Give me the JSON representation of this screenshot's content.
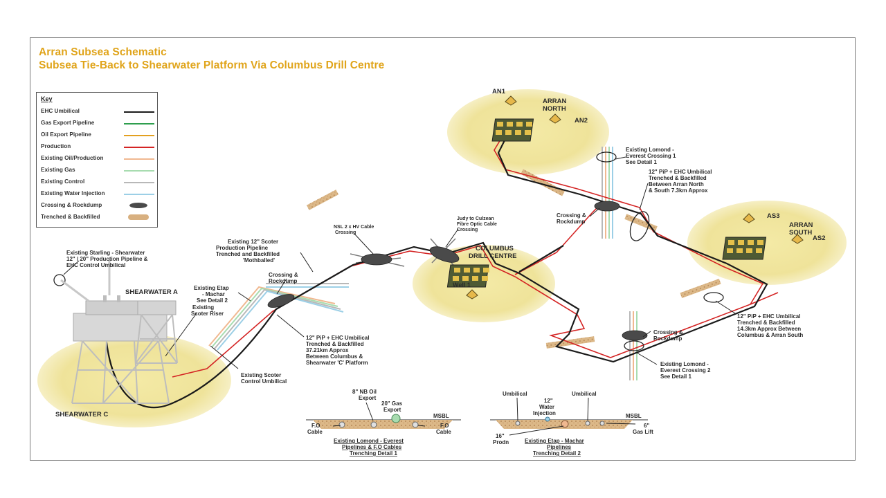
{
  "title": {
    "line1": "Arran Subsea Schematic",
    "line2": "Subsea Tie-Back to Shearwater Platform Via Columbus Drill Centre"
  },
  "key": {
    "title": "Key",
    "items": [
      {
        "label": "EHC Umbilical",
        "color": "#1a1a1a",
        "type": "line"
      },
      {
        "label": "Gas Export Pipeline",
        "color": "#2e9e4e",
        "type": "line"
      },
      {
        "label": "Oil Export Pipeline",
        "color": "#e3a020",
        "type": "line"
      },
      {
        "label": "Production",
        "color": "#d42424",
        "type": "line"
      },
      {
        "label": "Existing Oil/Production",
        "color": "#f0b890",
        "type": "line"
      },
      {
        "label": "Existing Gas",
        "color": "#a8dcb0",
        "type": "line"
      },
      {
        "label": "Existing Control",
        "color": "#b8b8b8",
        "type": "line"
      },
      {
        "label": "Existing Water Injection",
        "color": "#9ccfe6",
        "type": "line"
      },
      {
        "label": "Crossing & Rockdump",
        "color": "#4a4a4a",
        "type": "ellipse"
      },
      {
        "label": "Trenched & Backfilled",
        "color": "#d8b080",
        "type": "rect"
      }
    ]
  },
  "labels": {
    "shearwater_a": "SHEARWATER A",
    "shearwater_c": "SHEARWATER C",
    "columbus_1": "COLUMBUS",
    "columbus_2": "DRILL CENTRE",
    "well1": "Well 1",
    "an1": "AN1",
    "an2": "AN2",
    "arran_north_1": "ARRAN",
    "arran_north_2": "NORTH",
    "as2": "AS2",
    "as3": "AS3",
    "arran_south_1": "ARRAN",
    "arran_south_2": "SOUTH",
    "starling_1": "Existing Starling - Shearwater",
    "starling_2": "12\" / 20\" Production Pipeline &",
    "starling_3": "EHC Control Umbilical",
    "scoter_pp_1": "Existing 12\" Scoter",
    "scoter_pp_2": "Production Pipeline",
    "scoter_pp_3": "Trenched and Backfilled",
    "scoter_pp_4": "'Mothballed'",
    "crossing_rd_1a": "Crossing &",
    "crossing_rd_1b": "Rockdump",
    "etap_1": "Existing Etap",
    "etap_2": "- Machar",
    "etap_3": "See Detail 2",
    "scoter_riser_1": "Existing",
    "scoter_riser_2": "Scoter Riser",
    "nsl_1": "NSL 2 x HV Cable",
    "nsl_2": "Crossing",
    "judy_1": "Judy to Culzean",
    "judy_2": "Fibre Optic Cable",
    "judy_3": "Crossing",
    "pip1_1": "12\" PiP + EHC Umbilical",
    "pip1_2": "Trenched & Backfilled",
    "pip1_3": "37.21km Approx",
    "pip1_4": "Between Columbus &",
    "pip1_5": "Shearwater 'C' Platform",
    "scoter_ctrl_1": "Existing Scoter",
    "scoter_ctrl_2": "Control Umbilical",
    "lomond1_1": "Existing Lomond -",
    "lomond1_2": "Everest Crossing 1",
    "lomond1_3": "See Detail 1",
    "pip2_1": "12\" PiP + EHC Umbilical",
    "pip2_2": "Trenched & Backfilled",
    "pip2_3": "Between Arran North",
    "pip2_4": "& South 7.3km Approx",
    "crossing_rd_2a": "Crossing &",
    "crossing_rd_2b": "Rockdump",
    "pip3_1": "12\" PiP + EHC Umbilical",
    "pip3_2": "Trenched & Backfilled",
    "pip3_3": "14.3km Approx Between",
    "pip3_4": "Columbus & Arran South",
    "crossing_rd_3a": "Crossing &",
    "crossing_rd_3b": "Rockdump",
    "lomond2_1": "Existing Lomond -",
    "lomond2_2": "Everest Crossing 2",
    "lomond2_3": "See Detail 1"
  },
  "detail1": {
    "oil_1": "8\" NB Oil",
    "oil_2": "Export",
    "gas_1": "20\" Gas",
    "gas_2": "Export",
    "msbl": "MSBL",
    "fo_left_1": "F.O",
    "fo_left_2": "Cable",
    "fo_right_1": "F.O",
    "fo_right_2": "Cable",
    "caption_1": "Existing Lomond - Everest",
    "caption_2": "Pipelines & F.O Cables",
    "caption_3": "Trenching Detail 1"
  },
  "detail2": {
    "umb_left": "Umbilical",
    "water_1": "12\"",
    "water_2": "Water",
    "water_3": "Injection",
    "umb_right": "Umbilical",
    "msbl": "MSBL",
    "gaslift_1": "6\"",
    "gaslift_2": "Gas Lift",
    "prodn_1": "16\"",
    "prodn_2": "Prodn",
    "caption_1": "Existing Etap - Machar",
    "caption_2": "Pipelines",
    "caption_3": "Trenching Detail 2"
  }
}
